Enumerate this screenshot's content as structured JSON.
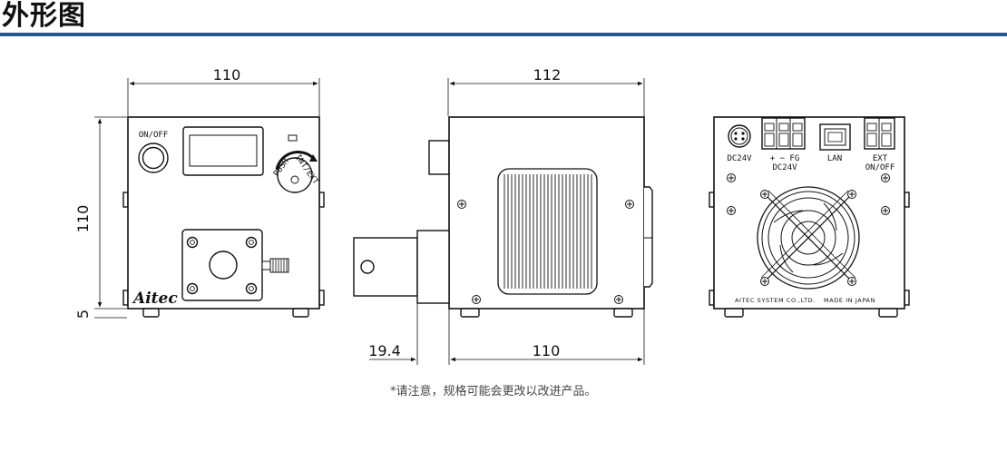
{
  "header": {
    "title": "外形图",
    "rule_color": "#1f5aa0"
  },
  "front_view": {
    "width_dim": "110",
    "height_dim": "110",
    "foot_dim": "5",
    "switch_label": "ON/OFF",
    "knob_label_left": "PUSH",
    "knob_label_right": "INT/EXT",
    "logo": "Aitec"
  },
  "side_view": {
    "total_width_dim": "112",
    "body_width_dim": "110",
    "protrusion_dim": "19.4"
  },
  "rear_view": {
    "dc_label": "DC24V",
    "terminal_label": "+ − FG",
    "terminal_sub_label": "DC24V",
    "lan_label": "LAN",
    "ext_label": "EXT",
    "ext_sub_label": "ON/OFF",
    "maker_text": "AITEC SYSTEM CO.,LTD.",
    "origin_text": "MADE IN JAPAN"
  },
  "footnote": "*请注意，规格可能会更改以改进产品。"
}
